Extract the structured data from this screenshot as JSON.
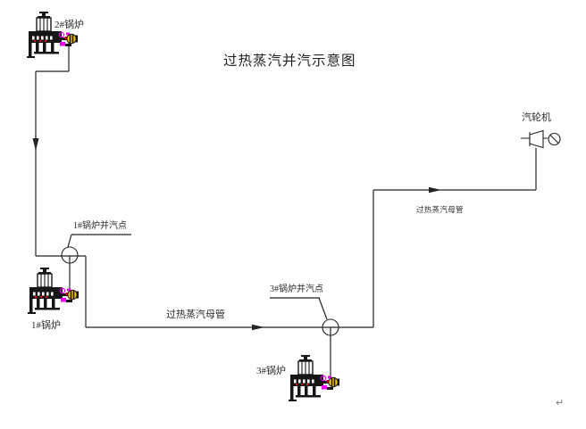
{
  "title": "过热蒸汽并汽示意图",
  "labels": {
    "boiler2": "2#锅炉",
    "boiler1": "1#锅炉",
    "boiler3": "3#锅炉",
    "turbine": "汽轮机",
    "junction1": "1#锅炉并汽点",
    "junction3": "3#锅炉并汽点",
    "main_pipe_lower": "过热蒸汽母管",
    "main_pipe_upper": "过热蒸汽母管",
    "return_mark": "↵"
  },
  "icons": [
    {
      "name": "boiler-icon",
      "count": 3,
      "description": "small boiler with chimney stack, support legs and colored valve manifold"
    },
    {
      "name": "turbine-generator-icon",
      "count": 1,
      "description": "turbine trapezoid with generator circle"
    },
    {
      "name": "junction-circle",
      "count": 2
    },
    {
      "name": "flow-arrow",
      "count": 3
    }
  ],
  "colors": {
    "line": "#232323",
    "structure_black": "#161616",
    "valve_magenta": "#f000f0",
    "valve_yellow": "#ffc800",
    "valve_red": "#e8001c",
    "text": "#2a2a2a",
    "return_mark": "#787878",
    "background": "#ffffff"
  },
  "diagram": {
    "type": "piping-schematic",
    "flow": [
      "2#锅炉 → 下行管 → 1#锅炉并汽点",
      "1#锅炉 → 1#锅炉并汽点",
      "1#锅炉并汽点 → 过热蒸汽母管(下) → 3#锅炉并汽点",
      "3#锅炉 → 3#锅炉并汽点",
      "3#锅炉并汽点 → 过热蒸汽母管(上) → 汽轮机"
    ]
  }
}
